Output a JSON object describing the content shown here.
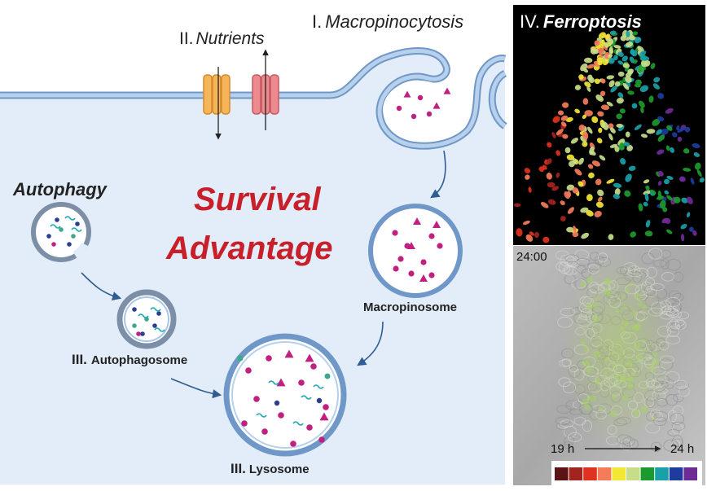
{
  "labels": {
    "nutrients_roman": "II.",
    "nutrients": "Nutrients",
    "macropinocytosis_roman": "I.",
    "macropinocytosis": "Macropinocytosis",
    "ferroptosis_roman": "IV.",
    "ferroptosis": "Ferroptosis",
    "autophagy": "Autophagy",
    "survival_line1": "Survival",
    "survival_line2": "Advantage",
    "macropinosome": "Macropinosome",
    "autophagosome_roman": "III.",
    "autophagosome": "Autophagosome",
    "lysosome_roman": "III.",
    "lysosome": "Lysosome"
  },
  "microscopy": {
    "timestamp": "24:00",
    "time_start": "19 h",
    "time_end": "24 h"
  },
  "colors": {
    "cytoplasm": "#e3edf9",
    "membrane": "#a9c6e6",
    "membrane_edge": "#6f97c8",
    "cargo": "#c0207f",
    "accent_red": "#c8202a",
    "transporter_orange": "#f7b55a",
    "transporter_pink": "#ec8a8f",
    "scale_bar": [
      "#5a1416",
      "#a3241f",
      "#e2321f",
      "#f47c5a",
      "#f3e634",
      "#c7dd8a",
      "#1c9a2f",
      "#1aa0a8",
      "#1e3c9d",
      "#6e2b96"
    ]
  }
}
